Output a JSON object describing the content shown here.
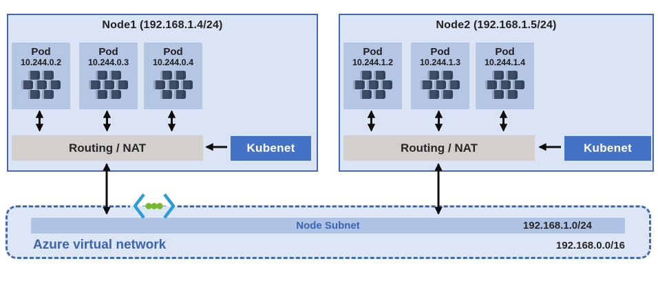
{
  "nodes": [
    {
      "title": "Node1 (192.168.1.4/24)",
      "pods": [
        {
          "label": "Pod",
          "ip": "10.244.0.2"
        },
        {
          "label": "Pod",
          "ip": "10.244.0.3"
        },
        {
          "label": "Pod",
          "ip": "10.244.0.4"
        }
      ],
      "routing_label": "Routing / NAT",
      "kubenet_label": "Kubenet"
    },
    {
      "title": "Node2 (192.168.1.5/24)",
      "pods": [
        {
          "label": "Pod",
          "ip": "10.244.1.2"
        },
        {
          "label": "Pod",
          "ip": "10.244.1.3"
        },
        {
          "label": "Pod",
          "ip": "10.244.1.4"
        }
      ],
      "routing_label": "Routing / NAT",
      "kubenet_label": "Kubenet"
    }
  ],
  "virtual_network": {
    "label": "Azure virtual network",
    "cidr": "192.168.0.0/16",
    "subnet": {
      "label": "Node Subnet",
      "cidr": "192.168.1.0/24"
    }
  },
  "icons": {
    "pod": "container-cluster-icon",
    "virtual_network": "azure-vnet-brackets-dots-icon"
  },
  "colors": {
    "node_fill": "#dbe4f4",
    "node_border": "#3f6ab3",
    "pod_fill": "#b5c6e5",
    "routing_fill": "#d2cfcc",
    "kubenet_fill": "#4472c4",
    "subnet_bar_fill": "#aec3e6",
    "vnet_fill": "#dce6f5",
    "blue_text": "#3b64b0",
    "arrow": "#0d0d0d",
    "vnet_icon_teal": "#2b9cd8",
    "vnet_icon_green": "#76b82e",
    "container_icon_dark": "#3e4d66"
  }
}
